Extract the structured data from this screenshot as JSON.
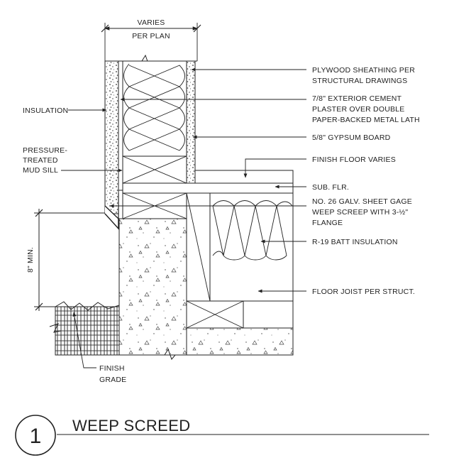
{
  "dimension_top": {
    "line1": "VARIES",
    "line2": "PER PLAN"
  },
  "dimension_side": {
    "label": "8\" MIN."
  },
  "labels_right": {
    "plywood": [
      "PLYWOOD SHEATHING PER",
      "STRUCTURAL DRAWINGS"
    ],
    "plaster": [
      "7/8\" EXTERIOR CEMENT",
      "PLASTER OVER DOUBLE",
      "PAPER-BACKED METAL LATH"
    ],
    "gypsum": [
      "5/8\" GYPSUM BOARD"
    ],
    "finish_floor": [
      "FINISH FLOOR VARIES"
    ],
    "sub_floor": [
      "SUB. FLR."
    ],
    "weep_screed": [
      "NO. 26 GALV. SHEET GAGE",
      "WEEP SCREEP WITH 3-½\"",
      "FLANGE"
    ],
    "batt": [
      "R-19 BATT INSULATION"
    ],
    "joist": [
      "FLOOR JOIST PER STRUCT."
    ]
  },
  "labels_left": {
    "insulation": [
      "INSULATION"
    ],
    "mud_sill": [
      "PRESSURE-",
      "TREATED",
      "MUD SILL"
    ],
    "finish_grade": [
      "FINISH",
      "GRADE"
    ]
  },
  "title_block": {
    "number": "1",
    "title": "WEEP SCREED"
  }
}
